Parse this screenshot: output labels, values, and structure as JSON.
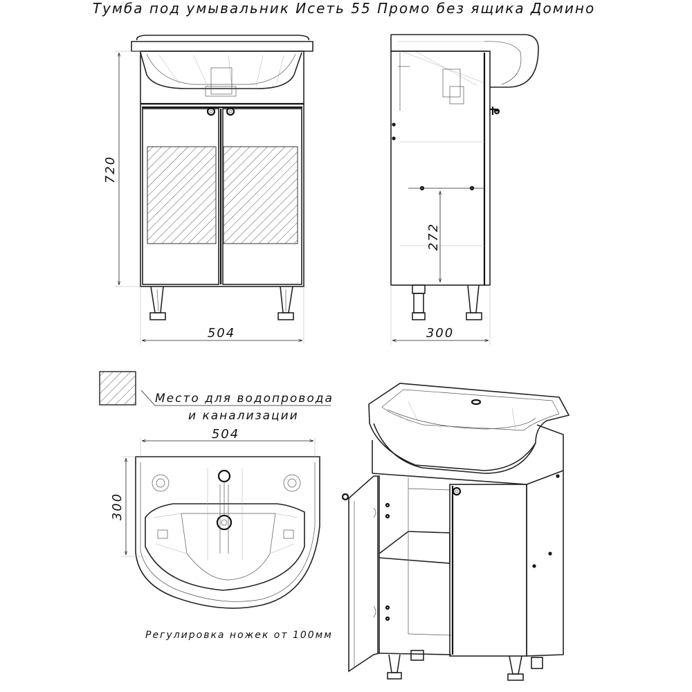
{
  "title": "Тумба под умывальник Исеть 55 Промо без ящика Домино",
  "front_view": {
    "height_label": "720",
    "width_label": "504"
  },
  "side_view": {
    "depth_label": "300",
    "shelf_height_label": "272"
  },
  "legend": {
    "line1": "Место для водопровода",
    "line2": "и канализации"
  },
  "top_view": {
    "width_label": "504",
    "depth_label": "300"
  },
  "note": "Регулировка ножек от 100мм",
  "colors": {
    "line": "#222222",
    "hatch": "#555555",
    "background": "#ffffff"
  }
}
